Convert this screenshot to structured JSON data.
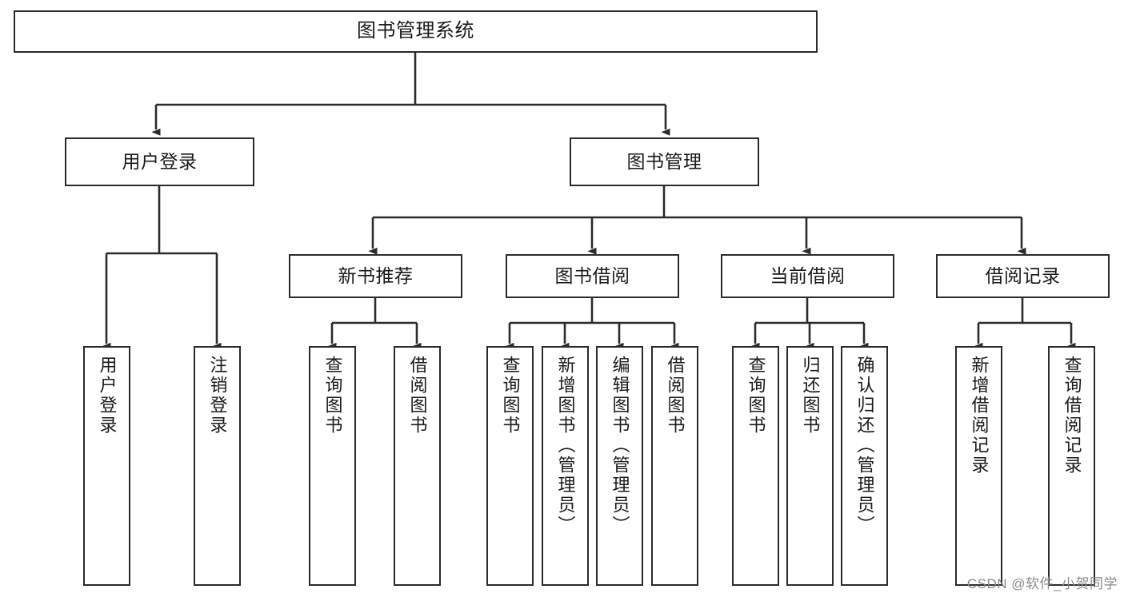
{
  "diagram": {
    "title": "图书管理系统",
    "type": "tree",
    "watermark": "CSDN @软件_小贺同学",
    "colors": {
      "box_border": "#2b2b2b",
      "box_fill": "#ffffff",
      "connector": "#2b2b2b",
      "text": "#1a1a1a",
      "watermark": "#8a8a8a",
      "background": "#ffffff"
    },
    "levels": {
      "root": "图书管理系统",
      "level1": [
        "用户登录",
        "图书管理"
      ],
      "level2": [
        "新书推荐",
        "图书借阅",
        "当前借阅",
        "借阅记录"
      ]
    },
    "nodes": {
      "root": {
        "label": "图书管理系统"
      },
      "user_login": {
        "label": "用户登录"
      },
      "book_manage": {
        "label": "图书管理"
      },
      "new_book_rec": {
        "label": "新书推荐"
      },
      "book_borrow": {
        "label": "图书借阅"
      },
      "current_borrow": {
        "label": "当前借阅"
      },
      "borrow_record": {
        "label": "借阅记录"
      },
      "leaf_user_login": {
        "label": "用户登录"
      },
      "leaf_logout": {
        "label": "注销登录"
      },
      "leaf_query_book_1": {
        "label": "查询图书"
      },
      "leaf_borrow_book_1": {
        "label": "借阅图书"
      },
      "leaf_query_book_2": {
        "label": "查询图书"
      },
      "leaf_add_book": {
        "label": "新增图书（管理员）"
      },
      "leaf_edit_book": {
        "label": "编辑图书（管理员）"
      },
      "leaf_borrow_book_2": {
        "label": "借阅图书"
      },
      "leaf_query_book_3": {
        "label": "查询图书"
      },
      "leaf_return_book": {
        "label": "归还图书"
      },
      "leaf_confirm_return": {
        "label": "确认归还（管理员）"
      },
      "leaf_add_record": {
        "label": "新增借阅记录"
      },
      "leaf_query_record": {
        "label": "查询借阅记录"
      }
    },
    "edges": [
      {
        "from": "图书管理系统",
        "to": "用户登录"
      },
      {
        "from": "图书管理系统",
        "to": "图书管理"
      },
      {
        "from": "用户登录",
        "to": "用户登录"
      },
      {
        "from": "用户登录",
        "to": "注销登录"
      },
      {
        "from": "图书管理",
        "to": "新书推荐"
      },
      {
        "from": "图书管理",
        "to": "图书借阅"
      },
      {
        "from": "图书管理",
        "to": "当前借阅"
      },
      {
        "from": "图书管理",
        "to": "借阅记录"
      },
      {
        "from": "新书推荐",
        "to": "查询图书"
      },
      {
        "from": "新书推荐",
        "to": "借阅图书"
      },
      {
        "from": "图书借阅",
        "to": "查询图书"
      },
      {
        "from": "图书借阅",
        "to": "新增图书（管理员）"
      },
      {
        "from": "图书借阅",
        "to": "编辑图书（管理员）"
      },
      {
        "from": "图书借阅",
        "to": "借阅图书"
      },
      {
        "from": "当前借阅",
        "to": "查询图书"
      },
      {
        "from": "当前借阅",
        "to": "归还图书"
      },
      {
        "from": "当前借阅",
        "to": "确认归还（管理员）"
      },
      {
        "from": "借阅记录",
        "to": "新增借阅记录"
      },
      {
        "from": "借阅记录",
        "to": "查询借阅记录"
      }
    ]
  }
}
